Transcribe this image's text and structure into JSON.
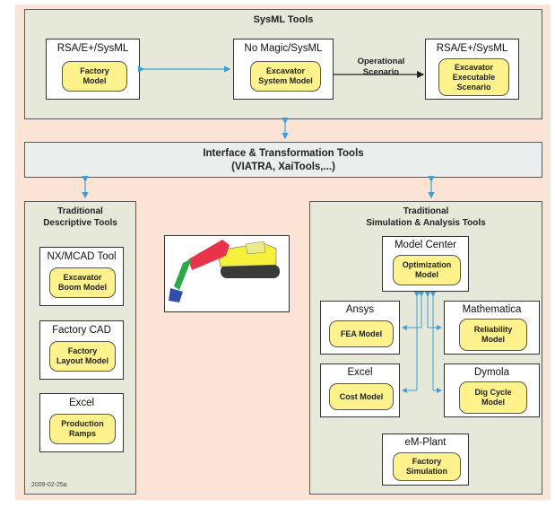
{
  "sysml_panel": {
    "title": "SysML Tools"
  },
  "sysml_boxes": [
    {
      "title": "RSA/E+/SysML",
      "pill": [
        "Factory",
        "Model"
      ]
    },
    {
      "title": "No Magic/SysML",
      "pill": [
        "Excavator",
        "System Model"
      ]
    },
    {
      "title": "RSA/E+/SysML",
      "pill": [
        "Excavator",
        "Executable",
        "Scenario"
      ]
    }
  ],
  "operational_label": [
    "Operational",
    "Scenario"
  ],
  "interface": {
    "line1": "Interface & Transformation Tools",
    "line2": "(VIATRA, XaiTools,...)"
  },
  "descriptive_panel": {
    "title": [
      "Traditional",
      "Descriptive Tools"
    ],
    "boxes": [
      {
        "title": "NX/MCAD Tool",
        "pill": [
          "Excavator",
          "Boom Model"
        ]
      },
      {
        "title": "Factory CAD",
        "pill": [
          "Factory",
          "Layout Model"
        ]
      },
      {
        "title": "Excel",
        "pill": [
          "Production",
          "Ramps"
        ]
      }
    ],
    "stamp": "2009-02-25a"
  },
  "simulation_panel": {
    "title": [
      "Traditional",
      "Simulation & Analysis Tools"
    ],
    "model_center": {
      "title": "Model Center",
      "pill": [
        "Optimization",
        "Model"
      ]
    },
    "ansys": {
      "title": "Ansys",
      "pill": [
        "FEA Model"
      ]
    },
    "mathematica": {
      "title": "Mathematica",
      "pill": [
        "Reliability",
        "Model"
      ]
    },
    "excel": {
      "title": "Excel",
      "pill": [
        "Cost Model"
      ]
    },
    "dymola": {
      "title": "Dymola",
      "pill": [
        "Dig Cycle",
        "Model"
      ]
    },
    "emplant": {
      "title": "eM-Plant",
      "pill": [
        "Factory",
        "Simulation"
      ]
    }
  },
  "colors": {
    "background": "#fbe3d6",
    "panel": "#e6e8d9",
    "pill": "#fdf28c",
    "arrow": "#3aa0d8",
    "excavator_body": "#f5f03c",
    "excavator_arm": "#e8334a",
    "excavator_boom": "#2aa84a",
    "excavator_bucket": "#2f4fa8"
  },
  "icons": {
    "excavator": "excavator-illustration"
  }
}
